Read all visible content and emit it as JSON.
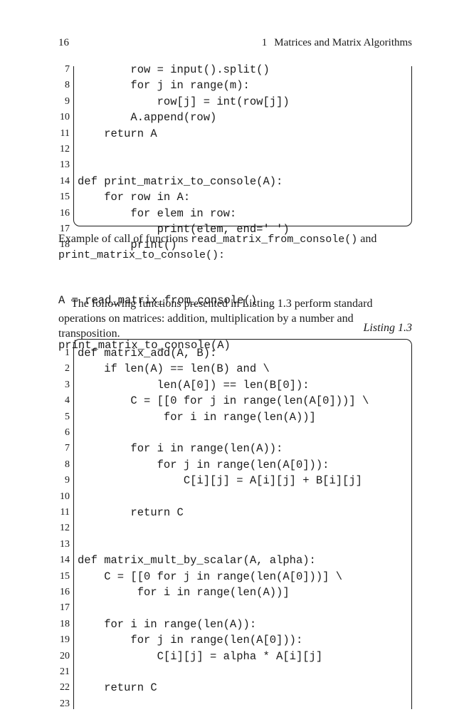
{
  "header": {
    "page_number": "16",
    "chapter_number": "1",
    "chapter_title": "Matrices and Matrix Algorithms"
  },
  "listing_top": {
    "lines": [
      {
        "n": "7",
        "code": "        row = input().split()"
      },
      {
        "n": "8",
        "code": "        for j in range(m):"
      },
      {
        "n": "9",
        "code": "            row[j] = int(row[j])"
      },
      {
        "n": "10",
        "code": "        A.append(row)"
      },
      {
        "n": "11",
        "code": "    return A"
      },
      {
        "n": "12",
        "code": ""
      },
      {
        "n": "13",
        "code": ""
      },
      {
        "n": "14",
        "code": "def print_matrix_to_console(A):"
      },
      {
        "n": "15",
        "code": "    for row in A:"
      },
      {
        "n": "16",
        "code": "        for elem in row:"
      },
      {
        "n": "17",
        "code": "            print(elem, end=' ')"
      },
      {
        "n": "18",
        "code": "        print()"
      }
    ]
  },
  "example": {
    "intro": "Example of call of functions",
    "func1": "read_matrix_from_console()",
    "and": "and",
    "func2": "print_matrix_to_console():",
    "code_line1": "A = read_matrix_from_console()",
    "code_line2": "print_matrix_to_console(A)"
  },
  "paragraph": "The following functions presented in Listing 1.3 perform standard operations on matrices: addition, multiplication by a number and transposition.",
  "listing_caption": "Listing 1.3",
  "listing_bottom": {
    "lines": [
      {
        "n": "1",
        "code": "def matrix_add(A, B):"
      },
      {
        "n": "2",
        "code": "    if len(A) == len(B) and \\"
      },
      {
        "n": "3",
        "code": "            len(A[0]) == len(B[0]):"
      },
      {
        "n": "4",
        "code": "        C = [[0 for j in range(len(A[0]))] \\"
      },
      {
        "n": "5",
        "code": "             for i in range(len(A))]"
      },
      {
        "n": "6",
        "code": ""
      },
      {
        "n": "7",
        "code": "        for i in range(len(A)):"
      },
      {
        "n": "8",
        "code": "            for j in range(len(A[0])):"
      },
      {
        "n": "9",
        "code": "                C[i][j] = A[i][j] + B[i][j]"
      },
      {
        "n": "10",
        "code": ""
      },
      {
        "n": "11",
        "code": "        return C"
      },
      {
        "n": "12",
        "code": ""
      },
      {
        "n": "13",
        "code": ""
      },
      {
        "n": "14",
        "code": "def matrix_mult_by_scalar(A, alpha):"
      },
      {
        "n": "15",
        "code": "    C = [[0 for j in range(len(A[0]))] \\"
      },
      {
        "n": "16",
        "code": "         for i in range(len(A))]"
      },
      {
        "n": "17",
        "code": ""
      },
      {
        "n": "18",
        "code": "    for i in range(len(A)):"
      },
      {
        "n": "19",
        "code": "        for j in range(len(A[0])):"
      },
      {
        "n": "20",
        "code": "            C[i][j] = alpha * A[i][j]"
      },
      {
        "n": "21",
        "code": ""
      },
      {
        "n": "22",
        "code": "    return C"
      },
      {
        "n": "23",
        "code": ""
      }
    ]
  }
}
